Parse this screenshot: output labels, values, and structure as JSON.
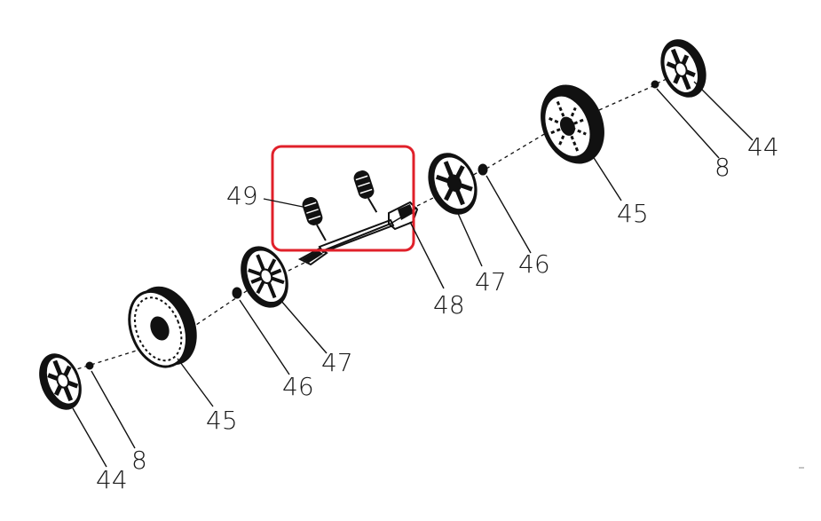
{
  "diagram": {
    "callouts": [
      {
        "id": "label-44-right",
        "text": "44"
      },
      {
        "id": "label-8-right",
        "text": "8"
      },
      {
        "id": "label-45-right",
        "text": "45"
      },
      {
        "id": "label-46-right",
        "text": "46"
      },
      {
        "id": "label-47-right",
        "text": "47"
      },
      {
        "id": "label-48",
        "text": "48"
      },
      {
        "id": "label-49",
        "text": "49"
      },
      {
        "id": "label-47-left",
        "text": "47"
      },
      {
        "id": "label-46-left",
        "text": "46"
      },
      {
        "id": "label-45-left",
        "text": "45"
      },
      {
        "id": "label-8-left",
        "text": "8"
      },
      {
        "id": "label-44-left",
        "text": "44"
      }
    ],
    "highlight_color": "#e0202a"
  }
}
